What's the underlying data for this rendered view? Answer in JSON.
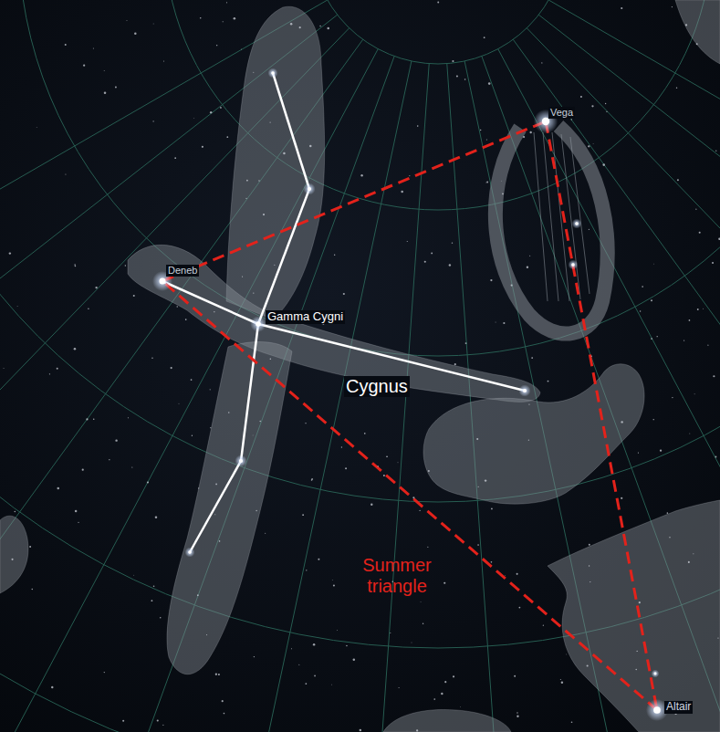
{
  "diagram": {
    "labels": [
      "Vega",
      "Deneb",
      "Gamma Cygni",
      "Cygnus",
      "Summer triangle",
      "Altair"
    ]
  }
}
